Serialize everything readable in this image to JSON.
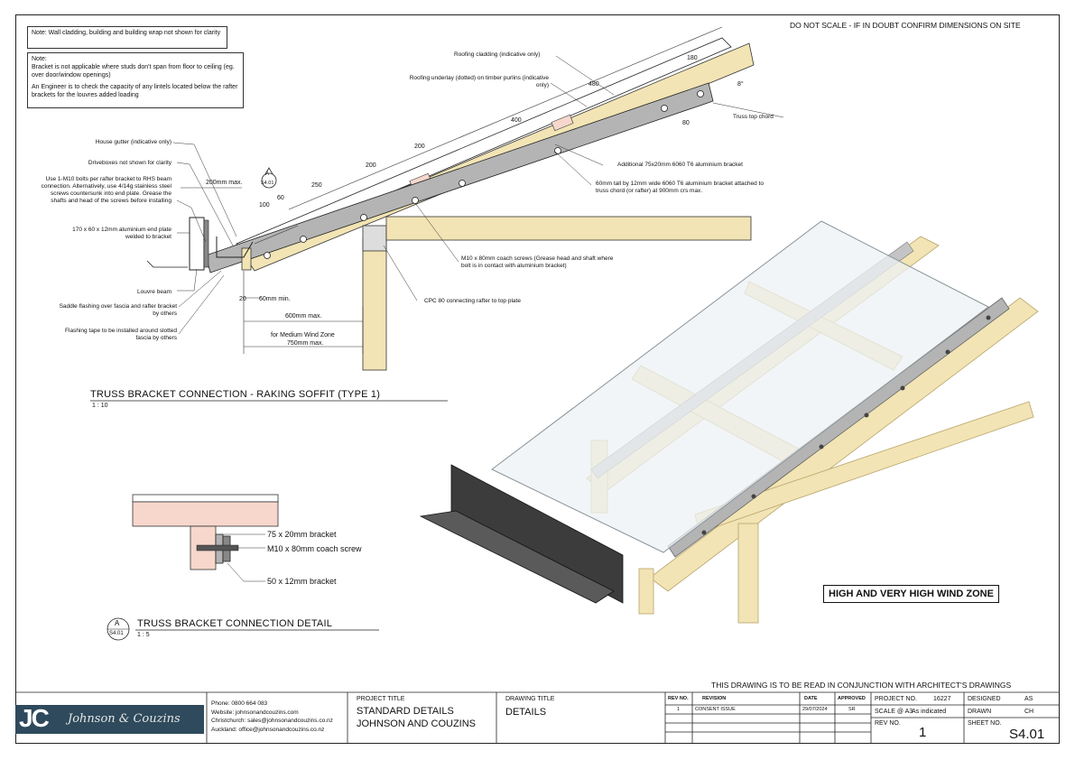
{
  "header": {
    "do_not_scale": "DO NOT SCALE - IF IN DOUBT CONFIRM DIMENSIONS ON SITE"
  },
  "notes": {
    "note1": "Note: Wall cladding, building and building wrap not shown for clarity",
    "note2_head": "Note:",
    "note2_body": "Bracket is not applicable where studs don't span from floor to ceiling (eg. over door/window openings)",
    "note2_engineer": "An Engineer is to check the capacity of any lintels located below the rafter brackets for the louvres added loading"
  },
  "detail1": {
    "callouts_left": [
      "House gutter (indicative only)",
      "Driveboxes not shown for clarity",
      "Use 1-M10 bolts per rafter bracket to RHS beam connection. Alternatively, use 4/14g stainless steel screws countersunk into end plate. Grease the shafts and head of the screws before installing",
      "170 x 60 x 12mm aluminium end plate welded to bracket",
      "Louvre beam",
      "Saddle flashing over fascia and rafter bracket by others",
      "Flashing tape to be installed around slotted fascia by others"
    ],
    "callouts_top": [
      "Roofing cladding (indicative only)",
      "Roofing underlay (dotted) on timber purlins (indicative only)"
    ],
    "callouts_right": [
      "Truss top chord",
      "Additional 75x20mm 6060 T6 aluminium bracket",
      "60mm tall by 12mm wide 6060 T6 aluminium bracket attached to truss chord (or rafter) at 900mm crs max.",
      "M10 x 80mm coach screws (Grease head and shaft where bolt is in contact with aluminium bracket)",
      "CPC 80 connecting rafter to top plate"
    ],
    "dims": {
      "d200max": "200mm max.",
      "d100": "100",
      "d60": "60",
      "d250": "250",
      "d200a": "200",
      "d200b": "200",
      "d400": "400",
      "d480": "480",
      "d180": "180",
      "d80": "80",
      "d20": "20",
      "d60min": "60mm min.",
      "d600max": "600mm max.",
      "medium_wind": "for Medium Wind Zone",
      "d750max": "750mm max.",
      "angle": "8°"
    },
    "section_marker": {
      "letter": "A",
      "sheet": "S4.01"
    },
    "title": "TRUSS BRACKET CONNECTION - RAKING SOFFIT (TYPE 1)",
    "scale": "1 : 10"
  },
  "detail2": {
    "labels": [
      "75 x 20mm bracket",
      "M10 x 80mm coach screw",
      "50 x 12mm bracket"
    ],
    "marker": {
      "letter": "A",
      "sheet": "S4.01"
    },
    "title": "TRUSS BRACKET CONNECTION DETAIL",
    "scale": "1 : 5"
  },
  "isometric": {
    "zone_label": "HIGH AND VERY HIGH WIND ZONE"
  },
  "footer": {
    "read_with": "THIS DRAWING IS TO BE READ IN CONJUNCTION WITH ARCHITECT'S DRAWINGS",
    "logo_initials": "JC",
    "logo_name": "Johnson & Couzins",
    "contact": [
      "Phone: 0800 664 083",
      "Website: johnsonandcouzins.com",
      "Christchurch: sales@johnsonandcouzins.co.nz",
      "Auckland: office@johnsonandcouzins.co.nz"
    ],
    "project_title_label": "PROJECT TITLE",
    "project_title_1": "STANDARD DETAILS",
    "project_title_2": "JOHNSON AND COUZINS",
    "drawing_title_label": "DRAWING TITLE",
    "drawing_title": "DETAILS",
    "rev_table": {
      "headers": [
        "REV NO.",
        "REVISION",
        "DATE",
        "APPROVED"
      ],
      "rows": [
        [
          "1",
          "CONSENT ISSUE",
          "29/07/2024",
          "SR"
        ]
      ]
    },
    "project_no_label": "PROJECT NO.",
    "project_no": "16227",
    "scale_label": "SCALE @ A3",
    "scale_value": "As indicated",
    "rev_no_label": "REV NO.",
    "rev_no": "1",
    "designed_label": "DESIGNED",
    "designed": "AS",
    "drawn_label": "DRAWN",
    "drawn": "CH",
    "sheet_no_label": "SHEET NO.",
    "sheet_no": "S4.01"
  },
  "colors": {
    "timber": "#f2e4b4",
    "timber_dark": "#d9c489",
    "aluminium": "#b4b4b4",
    "glass": "#eef2f4",
    "gutter": "#3c3c3c",
    "logo_bg": "#2e4a5c",
    "plate": "#f7d7cc"
  }
}
